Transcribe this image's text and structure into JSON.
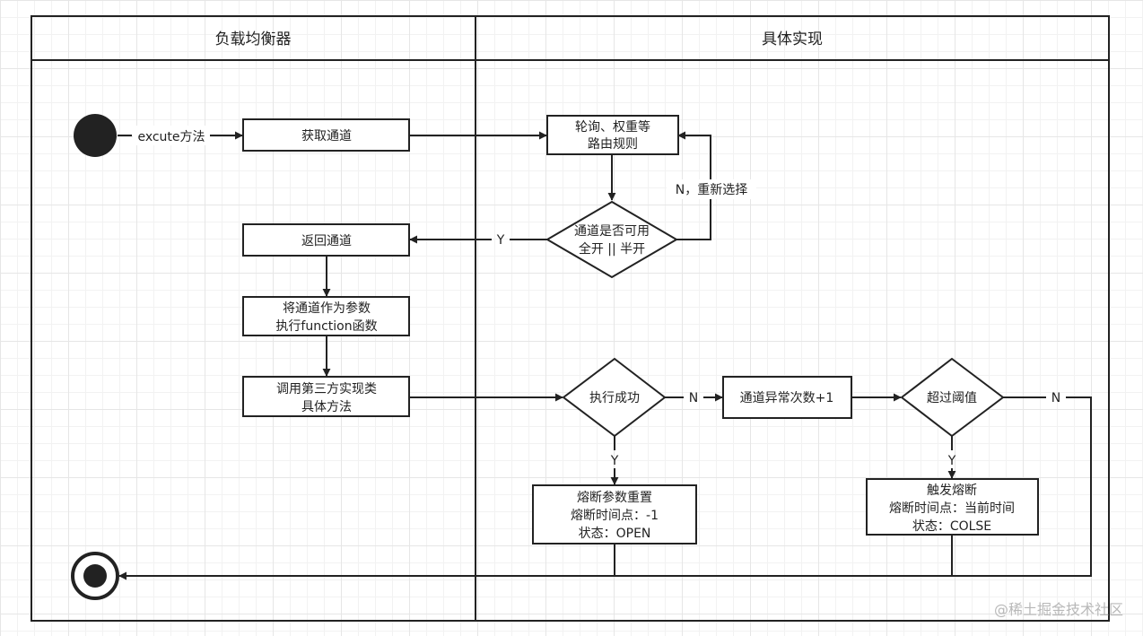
{
  "lanes": {
    "left_title": "负载均衡器",
    "right_title": "具体实现"
  },
  "nodes": {
    "get_channel": "获取通道",
    "routing_line1": "轮询、权重等",
    "routing_line2": "路由规则",
    "available_line1": "通道是否可用",
    "available_line2": "全开 || 半开",
    "return_channel": "返回通道",
    "as_param_line1": "将通道作为参数",
    "as_param_line2": "执行function函数",
    "call_third_line1": "调用第三方实现类",
    "call_third_line2": "具体方法",
    "exec_success": "执行成功",
    "error_count": "通道异常次数+1",
    "over_threshold": "超过阈值",
    "reset_line1": "熔断参数重置",
    "reset_line2": "熔断时间点：-1",
    "reset_line3": "状态：OPEN",
    "trigger_line1": "触发熔断",
    "trigger_line2": "熔断时间点：当前时间",
    "trigger_line3": "状态：COLSE"
  },
  "edge_labels": {
    "excute": "excute方法",
    "retry": "N，重新选择",
    "available_yes": "Y",
    "success_no": "N",
    "success_yes": "Y",
    "threshold_yes": "Y",
    "threshold_no": "N"
  },
  "watermark": "@稀土掘金技术社区"
}
